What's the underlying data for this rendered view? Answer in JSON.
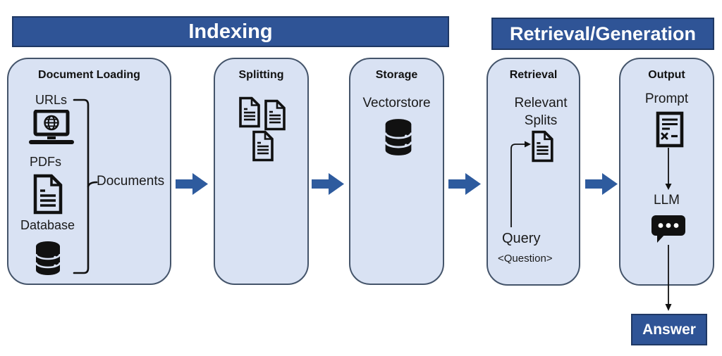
{
  "banners": {
    "indexing": "Indexing",
    "retrieval_generation": "Retrieval/Generation"
  },
  "colors": {
    "banner_bg": "#2F5496",
    "box_fill": "#D9E2F3",
    "box_border": "#44546A",
    "flow_arrow_blue": "#2E5B9E",
    "icon_black": "#111111",
    "answer_bg": "#2F5496"
  },
  "stages": {
    "document_loading": {
      "title": "Document Loading",
      "items": [
        {
          "label": "URLs",
          "icon": "laptop-globe-icon"
        },
        {
          "label": "PDFs",
          "icon": "document-icon"
        },
        {
          "label": "Database",
          "icon": "database-icon"
        }
      ],
      "bracket_label": "Documents"
    },
    "splitting": {
      "title": "Splitting",
      "icons": [
        "document-icon",
        "document-icon",
        "document-icon"
      ]
    },
    "storage": {
      "title": "Storage",
      "label": "Vectorstore",
      "icon": "database-icon"
    },
    "retrieval": {
      "title": "Retrieval",
      "result_line1": "Relevant",
      "result_line2": "Splits",
      "result_icon": "document-icon",
      "query_label": "Query",
      "query_placeholder": "<Question>"
    },
    "output": {
      "title": "Output",
      "prompt_label": "Prompt",
      "prompt_icon": "prompt-icon",
      "llm_label": "LLM",
      "llm_icon": "chat-bubble-icon"
    }
  },
  "answer": {
    "label": "Answer"
  }
}
